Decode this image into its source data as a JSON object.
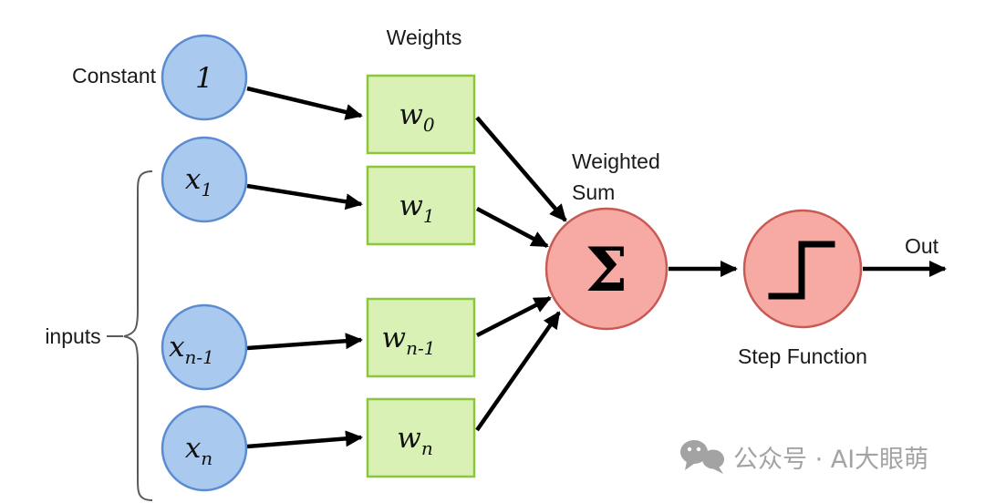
{
  "labels": {
    "constant": "Constant",
    "inputs": "inputs",
    "weights": "Weights",
    "weighted_sum_line1": "Weighted",
    "weighted_sum_line2": "Sum",
    "sigma": "Σ",
    "step_function": "Step Function",
    "out": "Out"
  },
  "input_nodes": [
    {
      "main": "1",
      "sub": ""
    },
    {
      "main": "x",
      "sub": "1"
    },
    {
      "main": "x",
      "sub": "n-1"
    },
    {
      "main": "x",
      "sub": "n"
    }
  ],
  "weight_nodes": [
    {
      "main": "w",
      "sub": "0"
    },
    {
      "main": "w",
      "sub": "1"
    },
    {
      "main": "w",
      "sub": "n-1"
    },
    {
      "main": "w",
      "sub": "n"
    }
  ],
  "watermark": {
    "icon": "wechat-icon",
    "text": "公众号 · AI大眼萌"
  },
  "colors": {
    "input_fill": "#a9c9ef",
    "input_stroke": "#5b8bd0",
    "weight_fill": "#d9f1b5",
    "weight_stroke": "#8cc63f",
    "sum_fill": "#f7aaa4",
    "sum_stroke": "#c75b54",
    "arrow": "#000000",
    "watermark": "#a3a3a3"
  }
}
